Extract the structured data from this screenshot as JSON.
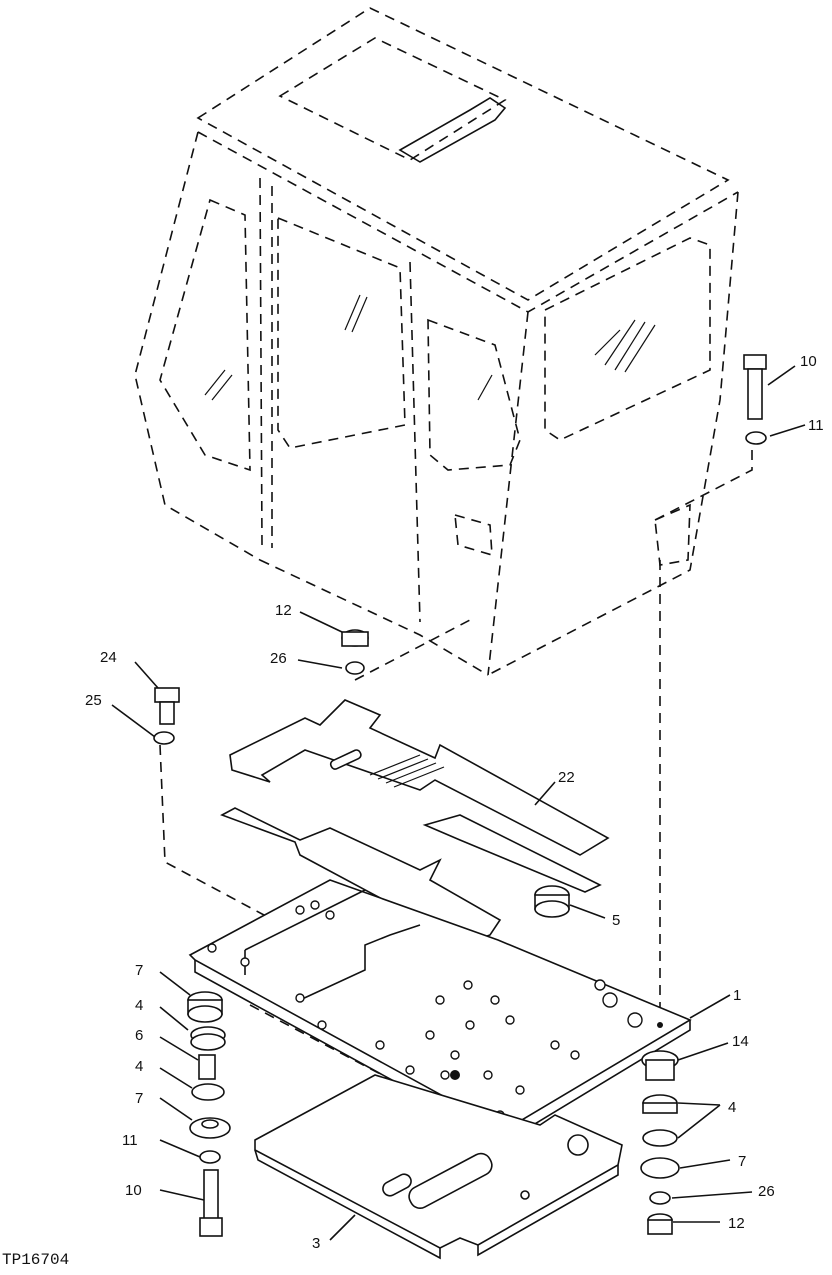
{
  "figure_id": "TP16704",
  "callouts": [
    "10",
    "11",
    "12",
    "26",
    "24",
    "25",
    "22",
    "5",
    "7",
    "4",
    "6",
    "4",
    "7",
    "11",
    "10",
    "1",
    "14",
    "4",
    "7",
    "26",
    "12",
    "3"
  ]
}
